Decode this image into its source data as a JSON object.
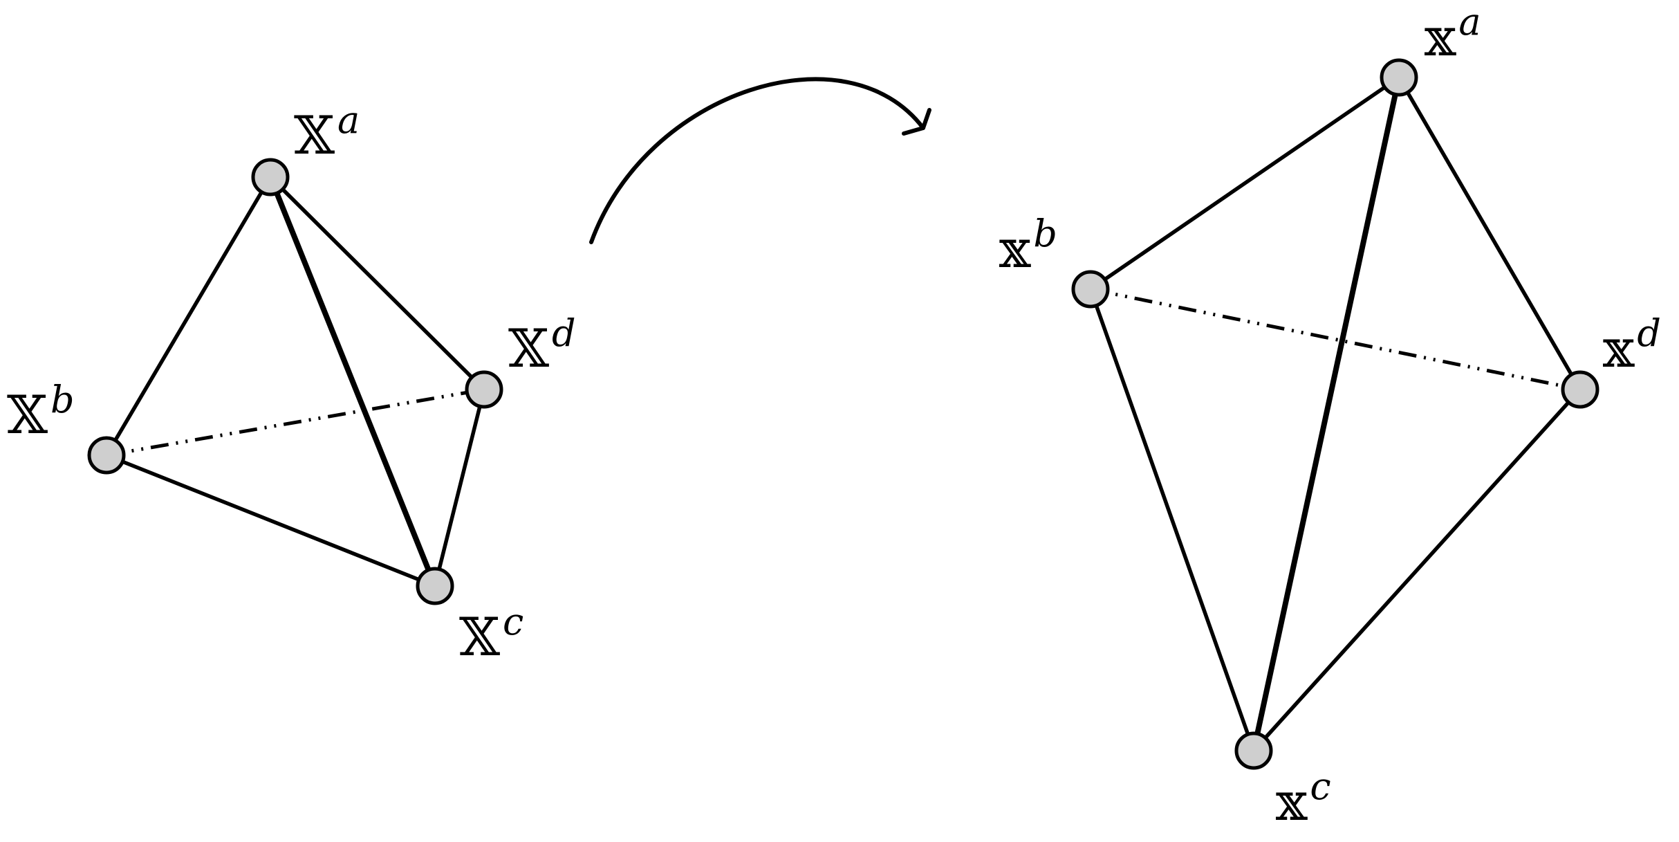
{
  "colors": {
    "stroke": "#000000",
    "node_fill": "#cfcfcf",
    "background": "#ffffff"
  },
  "left_tetrahedron": {
    "base_symbol": "𝕏",
    "vertices": {
      "a": {
        "base": "𝕏",
        "sup": "a"
      },
      "b": {
        "base": "𝕏",
        "sup": "b"
      },
      "c": {
        "base": "𝕏",
        "sup": "c"
      },
      "d": {
        "base": "𝕏",
        "sup": "d"
      }
    }
  },
  "right_tetrahedron": {
    "base_symbol": "𝕩",
    "vertices": {
      "a": {
        "base": "𝕩",
        "sup": "a"
      },
      "b": {
        "base": "𝕩",
        "sup": "b"
      },
      "c": {
        "base": "𝕩",
        "sup": "c"
      },
      "d": {
        "base": "𝕩",
        "sup": "d"
      }
    }
  },
  "edges": [
    {
      "from": "a",
      "to": "b",
      "style": "regular"
    },
    {
      "from": "a",
      "to": "c",
      "style": "heavy"
    },
    {
      "from": "a",
      "to": "d",
      "style": "regular"
    },
    {
      "from": "b",
      "to": "c",
      "style": "regular"
    },
    {
      "from": "c",
      "to": "d",
      "style": "regular"
    },
    {
      "from": "b",
      "to": "d",
      "style": "hidden"
    }
  ],
  "transformation_arrow": {
    "icon": "curved-arrow-icon"
  }
}
